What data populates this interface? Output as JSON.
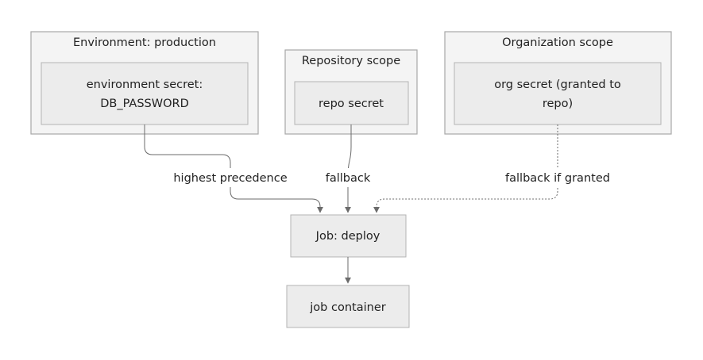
{
  "clusters": {
    "environment": {
      "title": "Environment: production"
    },
    "repository": {
      "title": "Repository scope"
    },
    "organization": {
      "title": "Organization scope"
    }
  },
  "nodes": {
    "env_secret": {
      "line1": "environment secret:",
      "line2": "DB_PASSWORD"
    },
    "repo_secret": {
      "label": "repo secret"
    },
    "org_secret": {
      "line1": "org secret (granted to",
      "line2": "repo)"
    },
    "job_deploy": {
      "label": "Job: deploy"
    },
    "job_container": {
      "label": "job container"
    }
  },
  "edges": {
    "env_to_job": {
      "label": "highest precedence",
      "style": "solid"
    },
    "repo_to_job": {
      "label": "fallback",
      "style": "solid"
    },
    "org_to_job": {
      "label": "fallback if granted",
      "style": "dotted"
    },
    "job_to_container": {
      "label": "",
      "style": "solid"
    }
  },
  "colors": {
    "cluster_fill": "#f4f4f4",
    "cluster_stroke": "#a8a8a8",
    "node_fill": "#ececec",
    "edge": "#6b6b6b",
    "text": "#222222"
  }
}
